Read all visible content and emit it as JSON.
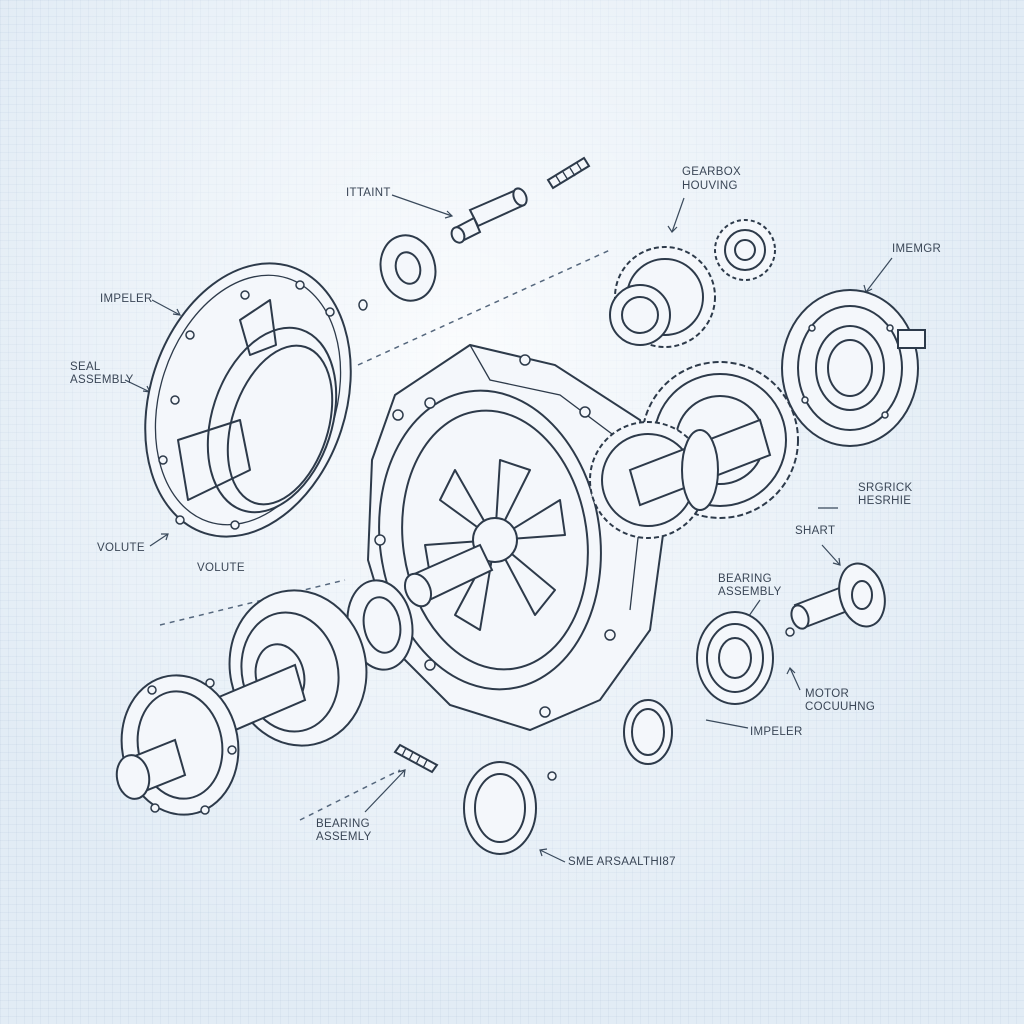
{
  "labels": {
    "itaint": "ITTAINT",
    "gearbox_housing_1": "GEARBOX",
    "gearbox_housing_2": "HOUVING",
    "imemgr": "IMEMGR",
    "impeler_top": "IMPELER",
    "seal_assembly_1": "SEAL",
    "seal_assembly_2": "ASSEMBLY",
    "volute_left": "VOLUTE",
    "volute_center": "VOLUTE",
    "srgrick_1": "SRGRICK",
    "srgrick_2": "HESRHIE",
    "shart": "SHART",
    "bearing_right_1": "BEARING",
    "bearing_right_2": "ASSEMBLY",
    "motor_1": "MOTOR",
    "motor_2": "COCUUHNG",
    "impeler_bottom": "IMPELER",
    "bearing_bottom_1": "BEARING",
    "bearing_bottom_2": "ASSEMLY",
    "bottom_code": "SME ARSAALTHI87"
  }
}
